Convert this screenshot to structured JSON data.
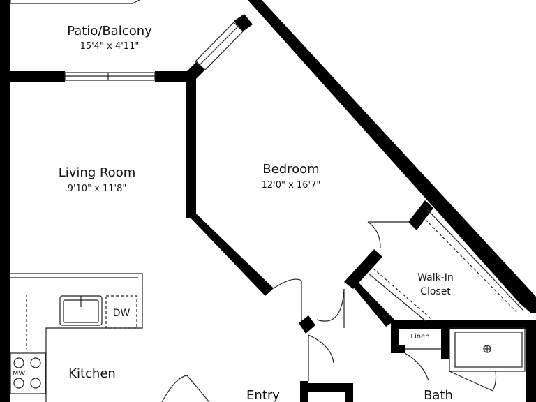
{
  "colors": {
    "wall": "#000000",
    "thin_line": "#333333",
    "background": "#ffffff"
  },
  "rooms": {
    "patio": {
      "name": "Patio/Balcony",
      "dims": "15'4\" x 4'11\""
    },
    "living": {
      "name": "Living Room",
      "dims": "9'10\" x 11'8\""
    },
    "bedroom": {
      "name": "Bedroom",
      "dims": "12'0\" x 16'7\""
    },
    "closet": {
      "line1": "Walk-In",
      "line2": "Closet"
    },
    "kitchen": {
      "name": "Kitchen"
    },
    "entry": {
      "name": "Entry"
    },
    "bath": {
      "name": "Bath"
    }
  },
  "fixtures": {
    "dishwasher": "DW",
    "microwave": "MW",
    "linen": "Linen"
  }
}
